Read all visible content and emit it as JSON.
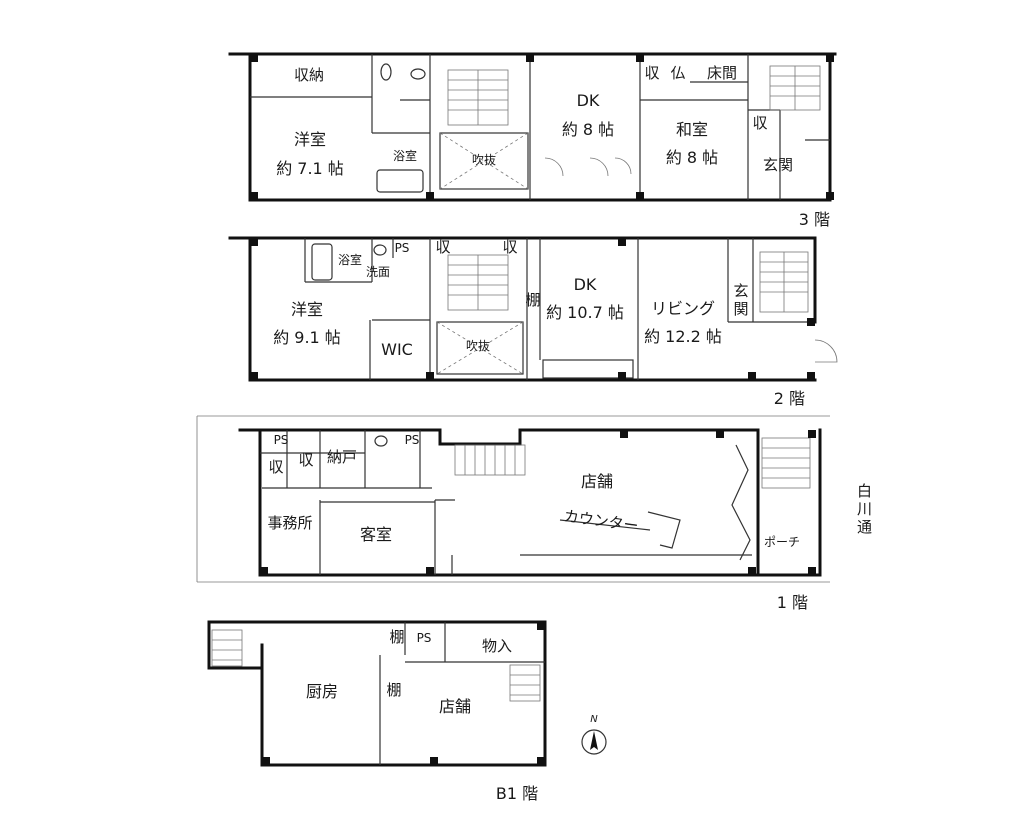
{
  "floors": {
    "f3": {
      "label": "3 階",
      "rooms": {
        "storage_top": "収納",
        "western_room": "洋室",
        "western_size": "約 7.1 帖",
        "bath": "浴室",
        "void": "吹抜",
        "dk": "DK",
        "dk_size": "約 8 帖",
        "closet_a": "収",
        "butsuma": "仏",
        "tokonoma": "床間",
        "japanese_room": "和室",
        "japanese_size": "約 8 帖",
        "closet_b": "収",
        "entrance": "玄関"
      }
    },
    "f2": {
      "label": "2 階",
      "rooms": {
        "bath": "浴室",
        "washroom": "洗面",
        "ps": "PS",
        "closet_a": "収",
        "closet_b": "収",
        "western_room": "洋室",
        "western_size": "約 9.1 帖",
        "wic": "WIC",
        "void": "吹抜",
        "shelf": "棚",
        "dk": "DK",
        "dk_size": "約 10.7 帖",
        "living": "リビング",
        "living_size": "約 12.2 帖",
        "entrance": "玄関"
      }
    },
    "f1": {
      "label": "1 階",
      "rooms": {
        "ps_a": "PS",
        "ps_b": "PS",
        "closet_a": "収",
        "closet_b": "収",
        "nando": "納戸",
        "office": "事務所",
        "guest_room": "客室",
        "shop": "店舗",
        "counter": "カウンター",
        "porch": "ポーチ"
      },
      "street": "白川通"
    },
    "b1": {
      "label": "B1 階",
      "rooms": {
        "shelf_a": "棚",
        "ps": "PS",
        "storage": "物入",
        "kitchen": "厨房",
        "shelf_b": "棚",
        "shop": "店舗"
      }
    }
  },
  "compass": {
    "north": "N"
  },
  "colors": {
    "wall": "#111111",
    "line": "#333333",
    "background": "#ffffff"
  }
}
